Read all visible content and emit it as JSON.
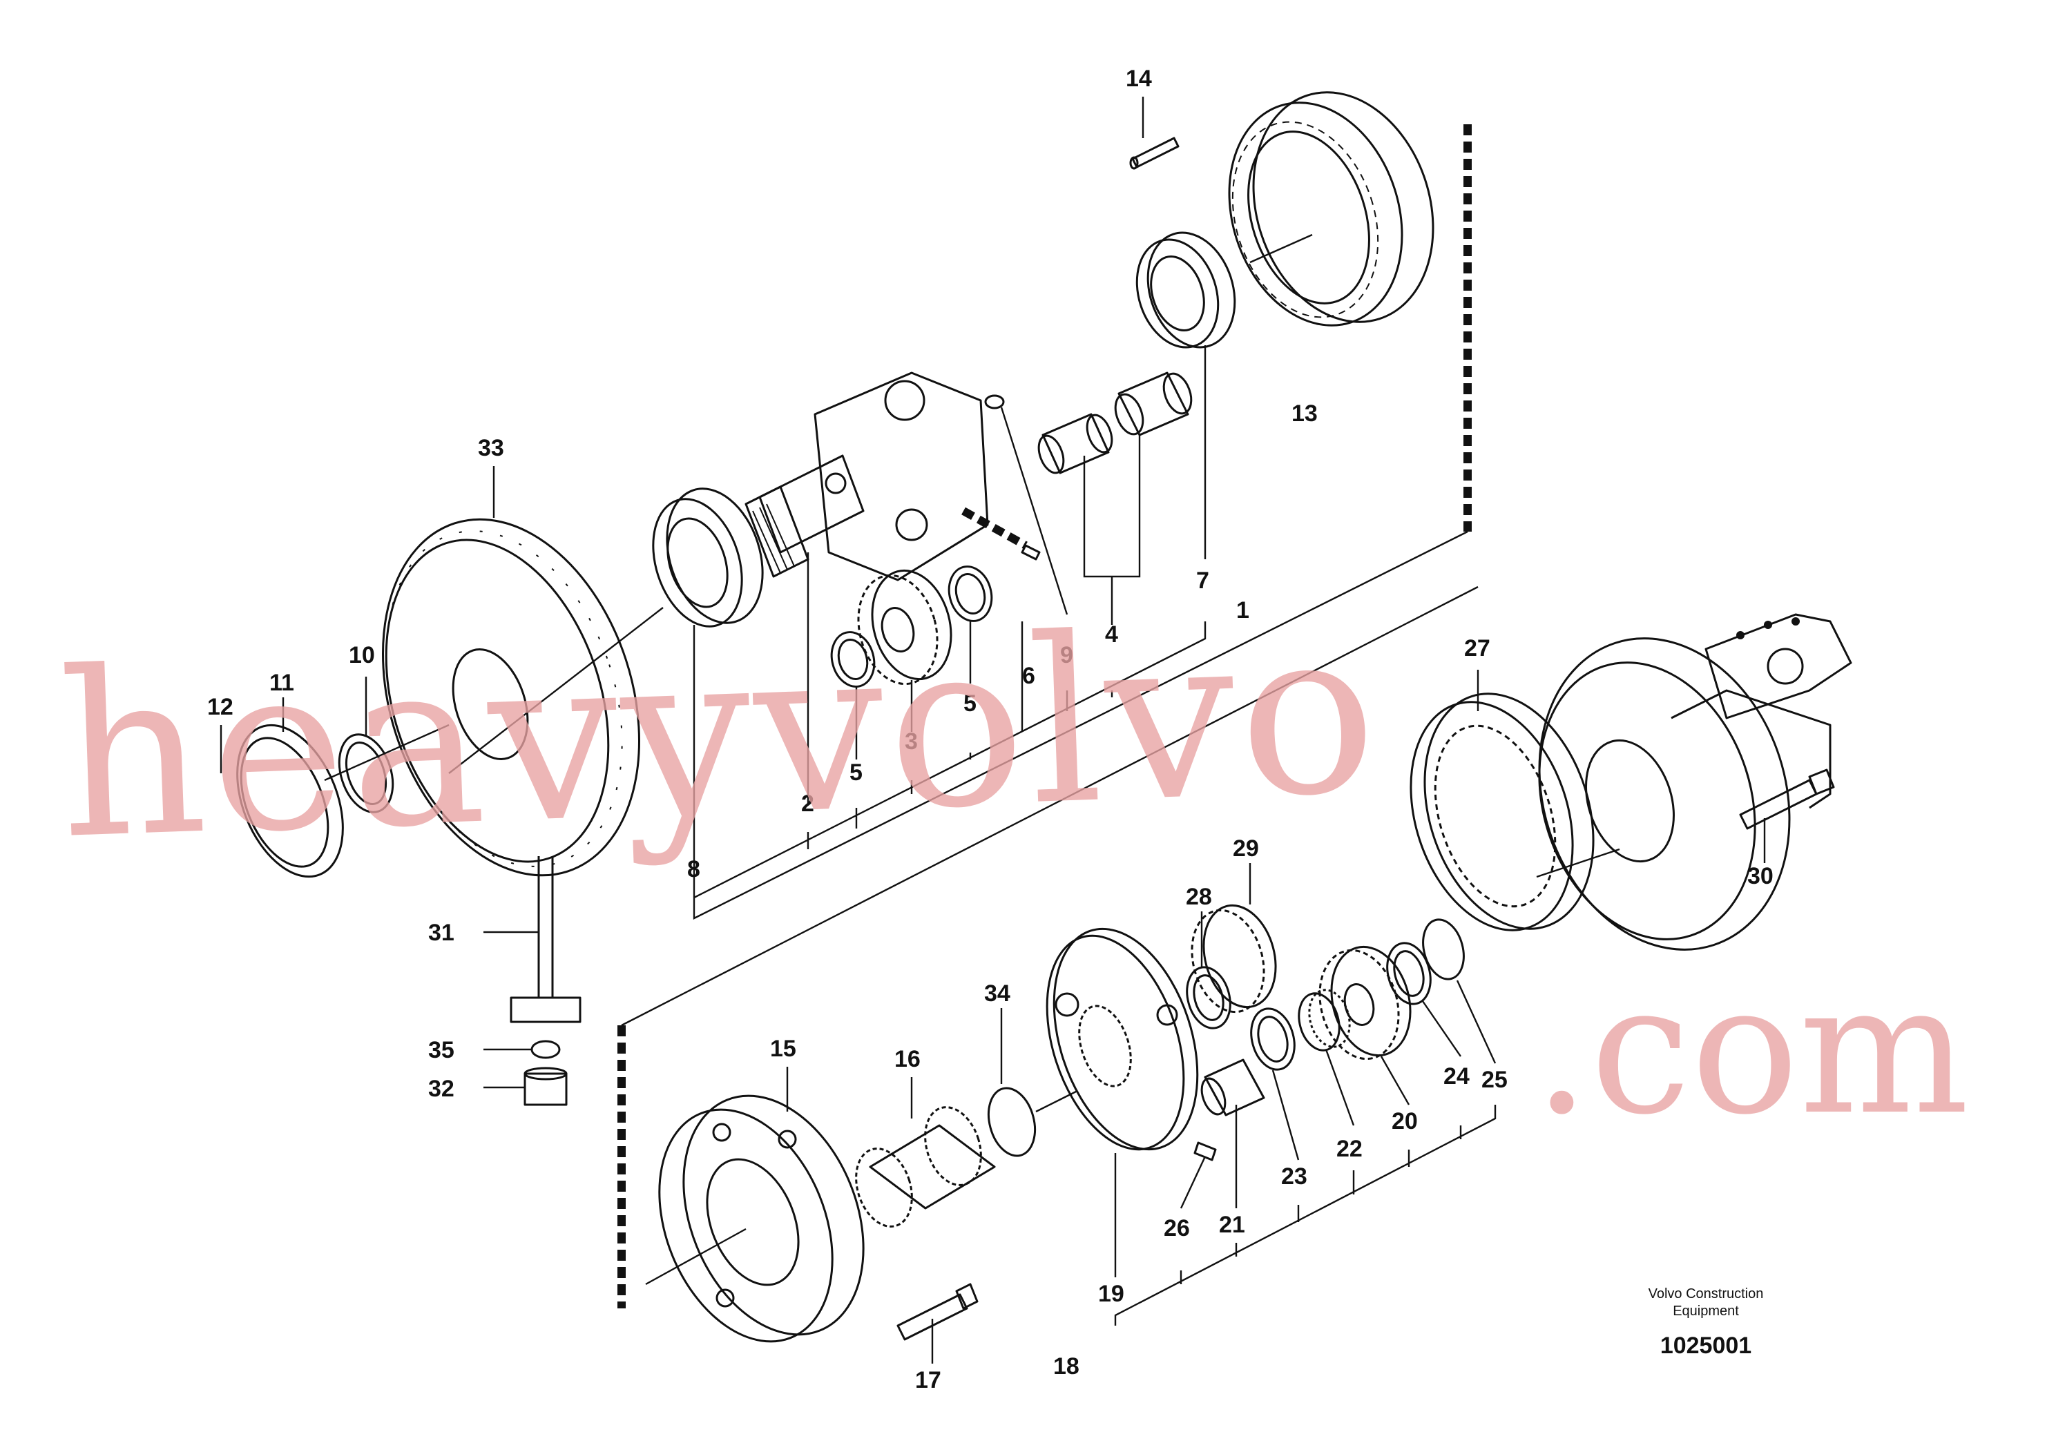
{
  "callouts": [
    "1",
    "2",
    "3",
    "4",
    "5",
    "5",
    "6",
    "7",
    "8",
    "9",
    "10",
    "11",
    "12",
    "13",
    "14",
    "15",
    "16",
    "17",
    "18",
    "19",
    "20",
    "21",
    "22",
    "23",
    "24",
    "25",
    "26",
    "27",
    "28",
    "29",
    "30",
    "31",
    "32",
    "33",
    "34",
    "35"
  ],
  "credit": {
    "line1": "Volvo Construction",
    "line2": "Equipment"
  },
  "doc_number": "1025001",
  "watermark": {
    "part1": "heavyvolvo",
    "part2": ".com"
  },
  "colors": {
    "line": "#111111",
    "watermark": "#e8a2a2",
    "background": "#ffffff"
  }
}
